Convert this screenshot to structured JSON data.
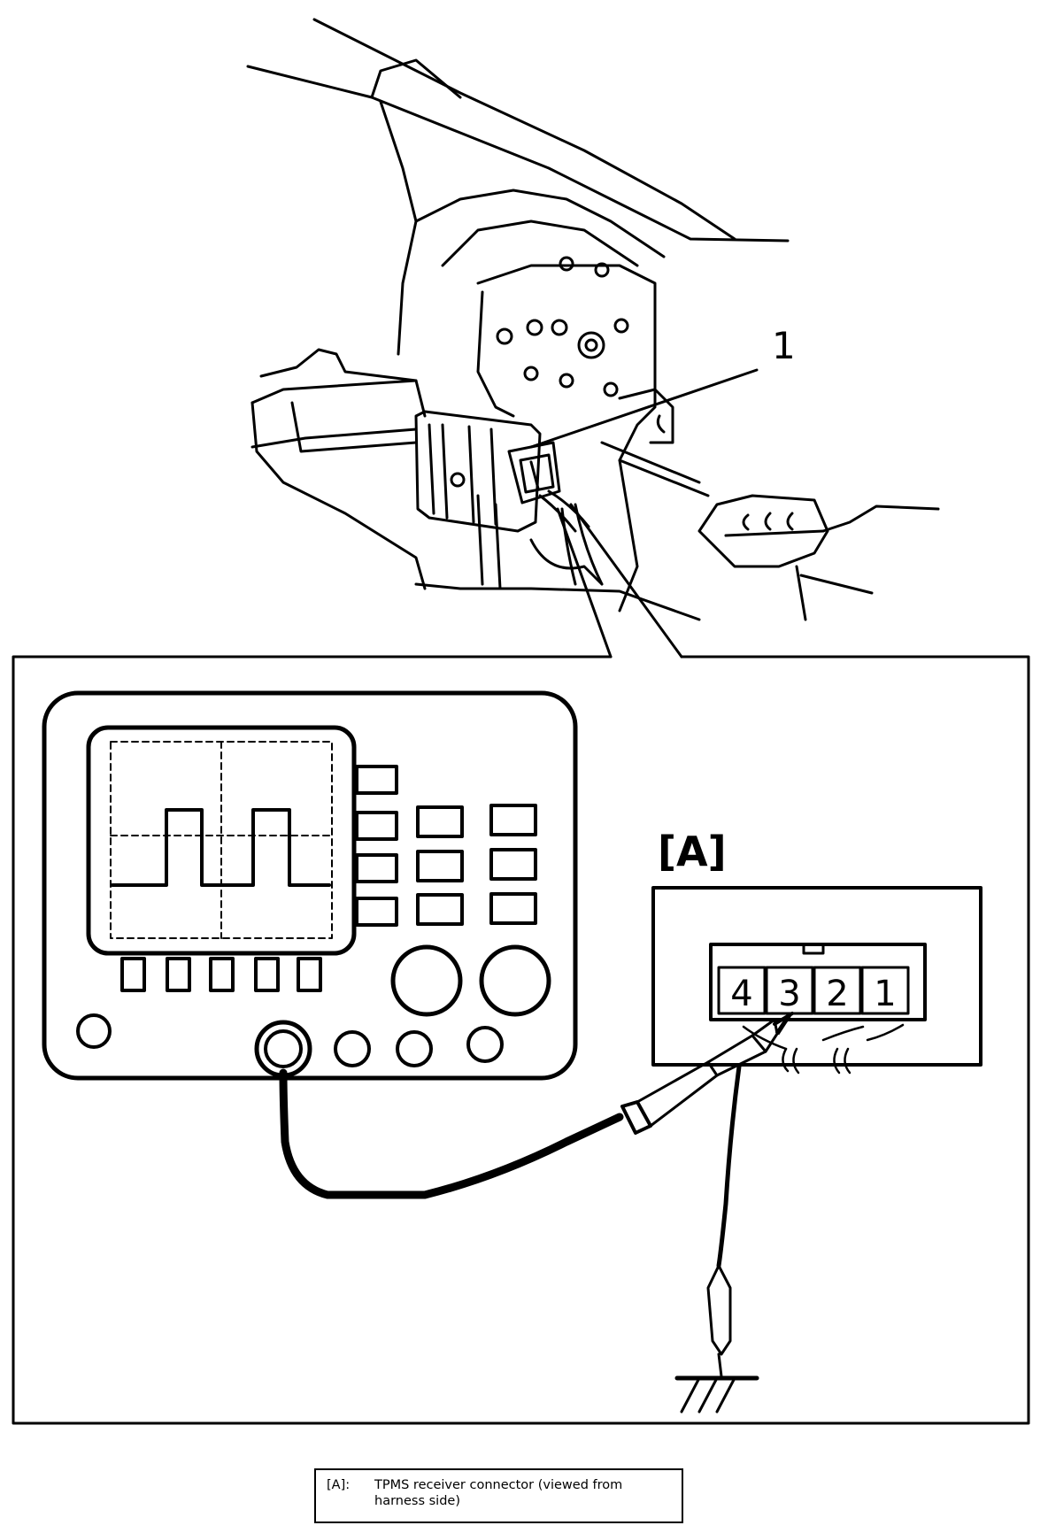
{
  "diagram": {
    "callout_number": "1",
    "inset_label": "[A]",
    "connector_pins": [
      "4",
      "3",
      "2",
      "1"
    ]
  },
  "caption": {
    "key": "[A]:",
    "text": "TPMS receiver connector (viewed from harness side)"
  }
}
